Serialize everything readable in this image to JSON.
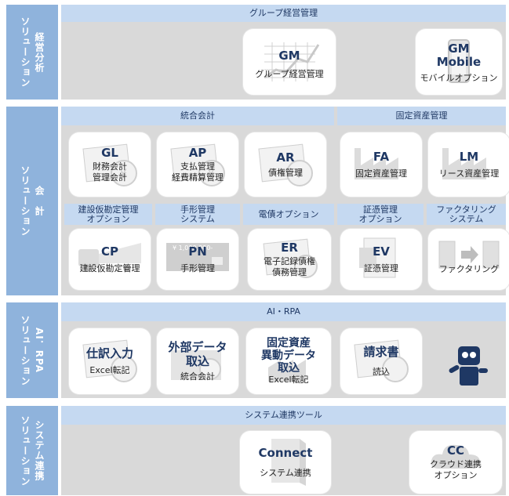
{
  "management": {
    "sidebar": [
      "経営分析",
      "ソリューション"
    ],
    "header": "グループ経営管理",
    "cards": [
      {
        "code": "GM",
        "sub": "グループ経営管理"
      },
      {
        "code": "GM\nMobile",
        "sub": "モバイルオプション"
      }
    ]
  },
  "accounting": {
    "sidebar": [
      "会　計",
      "ソリューション"
    ],
    "header_left": "統合会計",
    "header_right": "固定資産管理",
    "row1": [
      {
        "code": "GL",
        "sub": "財務会計\n管理会計"
      },
      {
        "code": "AP",
        "sub": "支払管理\n経費精算管理"
      },
      {
        "code": "AR",
        "sub": "債権管理"
      },
      {
        "code": "FA",
        "sub": "固定資産管理"
      },
      {
        "code": "LM",
        "sub": "リース資産管理"
      }
    ],
    "options": [
      "建設仮勘定管理\nオプション",
      "手形管理\nシステム",
      "電債オプション",
      "証憑管理\nオプション",
      "ファクタリング\nシステム"
    ],
    "row2": [
      {
        "code": "CP",
        "sub": "建設仮勘定管理"
      },
      {
        "code": "PN",
        "sub": "手形管理",
        "note": "¥ 1,000,000-"
      },
      {
        "code": "ER",
        "sub": "電子記録債権\n債務管理"
      },
      {
        "code": "EV",
        "sub": "証憑管理"
      },
      {
        "code": "",
        "sub": "ファクタリング"
      }
    ]
  },
  "ai": {
    "sidebar": [
      "AI．RPA",
      "ソリューション"
    ],
    "header": "AI・RPA",
    "cards": [
      {
        "title": "仕訳入力",
        "sub": "Excel転記"
      },
      {
        "title": "外部データ\n取込",
        "sub": "統合会計"
      },
      {
        "title": "固定資産\n異動データ\n取込",
        "sub": "Excel転記"
      },
      {
        "title": "請求書",
        "sub": "読込"
      }
    ]
  },
  "integration": {
    "sidebar": [
      "システム連携",
      "ソリューション"
    ],
    "header": "システム連携ツール",
    "cards": [
      {
        "code": "Connect",
        "sub": "システム連携"
      },
      {
        "code": "CC",
        "sub": "クラウド連携\nオプション"
      }
    ]
  },
  "colors": {
    "sidebar": "#8fb3dc",
    "header": "#c5d9f1",
    "area": "#d9d9d9",
    "text": "#1f3864"
  }
}
